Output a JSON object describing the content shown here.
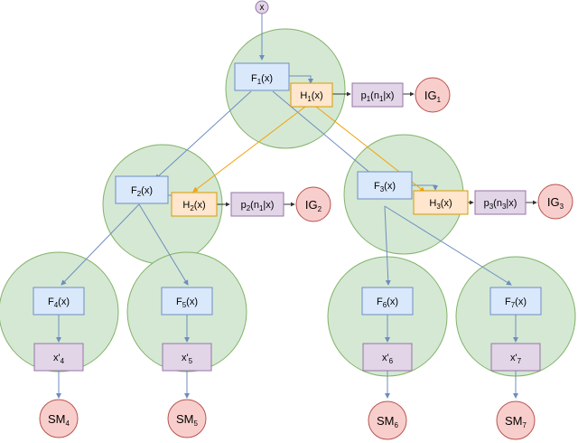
{
  "input": {
    "label": "x"
  },
  "feature_nodes": [
    {
      "id": "F1",
      "base": "F",
      "sub": "1",
      "suffix": "(x)"
    },
    {
      "id": "F2",
      "base": "F",
      "sub": "2",
      "suffix": "(x)"
    },
    {
      "id": "F3",
      "base": "F",
      "sub": "3",
      "suffix": "(x)"
    },
    {
      "id": "F4",
      "base": "F",
      "sub": "4",
      "suffix": "(x)"
    },
    {
      "id": "F5",
      "base": "F",
      "sub": "5",
      "suffix": "(x)"
    },
    {
      "id": "F6",
      "base": "F",
      "sub": "6",
      "suffix": "(x)"
    },
    {
      "id": "F7",
      "base": "F",
      "sub": "7",
      "suffix": "(x)"
    }
  ],
  "hash_nodes": [
    {
      "id": "H1",
      "base": "H",
      "sub": "1",
      "suffix": "(x)"
    },
    {
      "id": "H2",
      "base": "H",
      "sub": "2",
      "suffix": "(x)"
    },
    {
      "id": "H3",
      "base": "H",
      "sub": "3",
      "suffix": "(x)"
    }
  ],
  "prob_nodes": [
    {
      "id": "p1",
      "a": "p",
      "a_sub": "1",
      "b": "(n",
      "b_sub": "1",
      "c": "|x)"
    },
    {
      "id": "p2",
      "a": "p",
      "a_sub": "2",
      "b": "(n",
      "b_sub": "1",
      "c": "|x)"
    },
    {
      "id": "p3",
      "a": "p",
      "a_sub": "3",
      "b": "(n",
      "b_sub": "3",
      "c": "|x)"
    }
  ],
  "ig_nodes": [
    {
      "id": "IG1",
      "base": "IG",
      "sub": "1"
    },
    {
      "id": "IG2",
      "base": "IG",
      "sub": "2"
    },
    {
      "id": "IG3",
      "base": "IG",
      "sub": "3"
    }
  ],
  "recon_nodes": [
    {
      "id": "x4",
      "base": "x'",
      "sub": "4"
    },
    {
      "id": "x5",
      "base": "x'",
      "sub": "5"
    },
    {
      "id": "x6",
      "base": "x'",
      "sub": "6"
    },
    {
      "id": "x7",
      "base": "x'",
      "sub": "7"
    }
  ],
  "sm_nodes": [
    {
      "id": "SM4",
      "base": "SM",
      "sub": "4"
    },
    {
      "id": "SM5",
      "base": "SM",
      "sub": "5"
    },
    {
      "id": "SM6",
      "base": "SM",
      "sub": "6"
    },
    {
      "id": "SM7",
      "base": "SM",
      "sub": "7"
    }
  ],
  "colors": {
    "green_fill": "#d5e8d4",
    "green_stroke": "#82b366",
    "blue_fill": "#dae8fc",
    "blue_stroke": "#6c8ebf",
    "orange_fill": "#ffe6cc",
    "orange_stroke": "#d79b00",
    "orange_edge": "#f0a30a",
    "purple_fill": "#e1d5e7",
    "purple_stroke": "#9673a6",
    "red_fill": "#f8cecc",
    "red_stroke": "#b85450"
  }
}
